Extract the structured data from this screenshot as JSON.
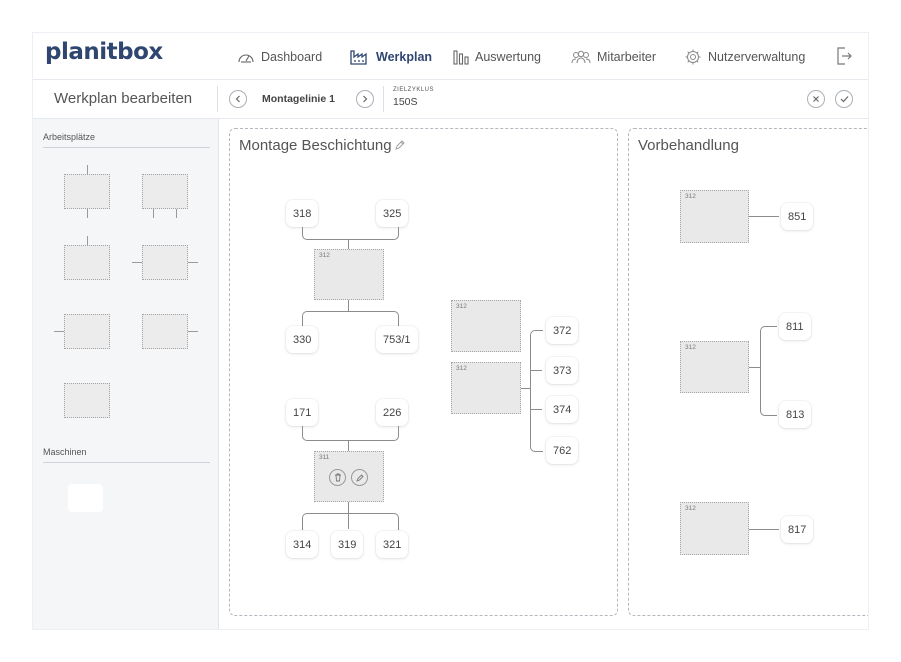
{
  "app": {
    "logo": "planitbox"
  },
  "nav": {
    "items": [
      {
        "label": "Dashboard",
        "icon": "gauge-icon",
        "active": false
      },
      {
        "label": "Werkplan",
        "icon": "factory-icon",
        "active": true
      },
      {
        "label": "Auswertung",
        "icon": "bar-chart-icon",
        "active": false
      },
      {
        "label": "Mitarbeiter",
        "icon": "users-icon",
        "active": false
      },
      {
        "label": "Nutzerverwaltung",
        "icon": "gear-icon",
        "active": false
      }
    ],
    "logout_icon": "logout-icon"
  },
  "subbar": {
    "title": "Werkplan bearbeiten",
    "line_name": "Montagelinie 1",
    "cycle_label": "ZIELZYKLUS",
    "cycle_value": "150S"
  },
  "sidebar": {
    "workstations_heading": "Arbeitsplätze",
    "machines_heading": "Maschinen"
  },
  "sections": [
    {
      "title": "Montage Beschichtung",
      "stations": [
        "312",
        "311",
        "312",
        "312"
      ],
      "nodes": {
        "g1_inputs": [
          "318",
          "325"
        ],
        "g1_outputs": [
          "330",
          "753/1"
        ],
        "g2_inputs": [
          "171",
          "226"
        ],
        "g2_outputs": [
          "314",
          "319",
          "321"
        ],
        "g3_outputs": [
          "372",
          "373",
          "374",
          "762"
        ]
      }
    },
    {
      "title": "Vorbehandlung",
      "stations": [
        "312",
        "312",
        "312"
      ],
      "nodes": {
        "top": [
          "851"
        ],
        "middle": [
          "811",
          "813"
        ],
        "bottom": [
          "817"
        ]
      }
    }
  ],
  "colors": {
    "brand": "#2f4670",
    "panel": "#f5f6f8",
    "station": "#e9e9e9"
  }
}
